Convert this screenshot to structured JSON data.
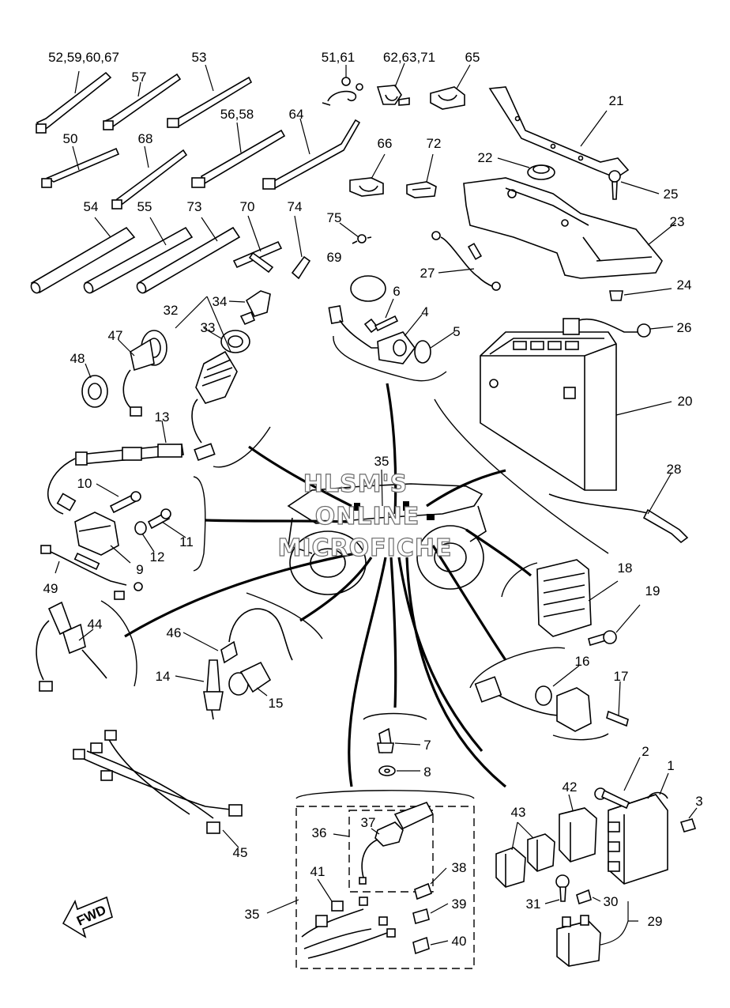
{
  "diagram": {
    "watermark": [
      "HLSM'S",
      "ONLINE",
      "MICROFICHE"
    ],
    "fwd_label": "FWD",
    "labels": {
      "l_52_59_60_67": "52,59,60,67",
      "l_57": "57",
      "l_53": "53",
      "l_51_61": "51,61",
      "l_62_63_71": "62,63,71",
      "l_65": "65",
      "l_21": "21",
      "l_56_58": "56,58",
      "l_64": "64",
      "l_50": "50",
      "l_68": "68",
      "l_66": "66",
      "l_72": "72",
      "l_22": "22",
      "l_25": "25",
      "l_23": "23",
      "l_54": "54",
      "l_55": "55",
      "l_73": "73",
      "l_70": "70",
      "l_74": "74",
      "l_75": "75",
      "l_69": "69",
      "l_27": "27",
      "l_24": "24",
      "l_34": "34",
      "l_32": "32",
      "l_33": "33",
      "l_6": "6",
      "l_4": "4",
      "l_26": "26",
      "l_47": "47",
      "l_48": "48",
      "l_5": "5",
      "l_20": "20",
      "l_13": "13",
      "l_35a": "35",
      "l_28": "28",
      "l_10": "10",
      "l_11": "11",
      "l_12": "12",
      "l_9": "9",
      "l_49": "49",
      "l_18": "18",
      "l_19": "19",
      "l_44": "44",
      "l_46": "46",
      "l_16": "16",
      "l_17": "17",
      "l_14": "14",
      "l_15": "15",
      "l_7": "7",
      "l_8": "8",
      "l_2": "2",
      "l_1": "1",
      "l_3": "3",
      "l_42": "42",
      "l_43": "43",
      "l_36": "36",
      "l_37": "37",
      "l_38": "38",
      "l_41": "41",
      "l_39": "39",
      "l_35b": "35",
      "l_40": "40",
      "l_31": "31",
      "l_30": "30",
      "l_29": "29",
      "l_45": "45"
    }
  }
}
